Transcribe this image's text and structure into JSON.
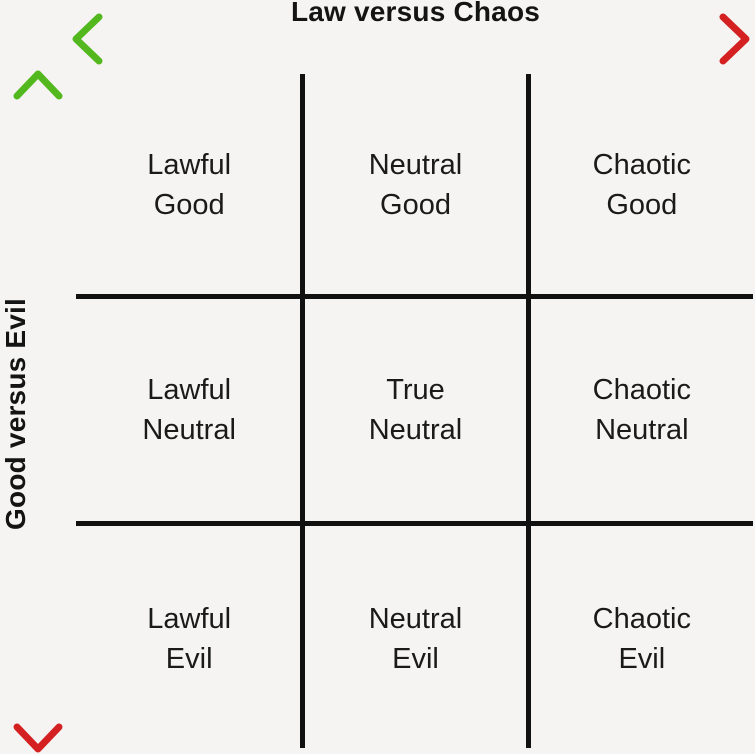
{
  "background_color": "#f5f4f2",
  "text_color": "#1a1a1a",
  "grid_line_color": "#111111",
  "axes": {
    "horizontal": {
      "label": "Law versus Chaos",
      "green_color": "#52b81e",
      "red_color": "#d42020"
    },
    "vertical": {
      "label": "Good versus Evil",
      "green_color": "#52b81e",
      "red_color": "#d42020"
    }
  },
  "grid": {
    "rows": 3,
    "columns": 3,
    "cells": [
      {
        "line1": "Lawful",
        "line2": "Good"
      },
      {
        "line1": "Neutral",
        "line2": "Good"
      },
      {
        "line1": "Chaotic",
        "line2": "Good"
      },
      {
        "line1": "Lawful",
        "line2": "Neutral"
      },
      {
        "line1": "True",
        "line2": "Neutral"
      },
      {
        "line1": "Chaotic",
        "line2": "Neutral"
      },
      {
        "line1": "Lawful",
        "line2": "Evil"
      },
      {
        "line1": "Neutral",
        "line2": "Evil"
      },
      {
        "line1": "Chaotic",
        "line2": "Evil"
      }
    ]
  }
}
